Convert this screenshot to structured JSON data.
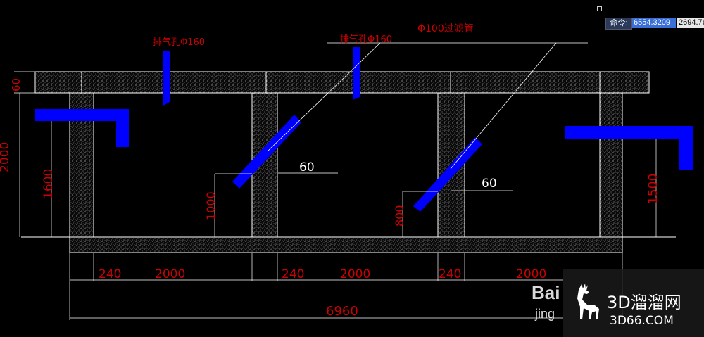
{
  "command_bar": {
    "label": "命令:",
    "x_value": "6554.3209",
    "y_value": "2694.76"
  },
  "labels": {
    "vent_left": "排气孔Φ160",
    "vent_mid": "排气孔Φ160",
    "filter_pipe": "Φ100过滤管",
    "angle_1": "60",
    "angle_2": "60"
  },
  "dimensions": {
    "top_slab": "60",
    "total_height": "2000",
    "inlet_height": "1600",
    "outlet_height": "1500",
    "pipe1_height": "1000",
    "pipe2_height": "800",
    "w1": "240",
    "w2": "2000",
    "w3": "240",
    "w4": "2000",
    "w5": "240",
    "w6": "2000",
    "total_width": "6960"
  },
  "watermark": {
    "left_text": "Bai",
    "left_sub": "jing",
    "brand": "3D溜溜网",
    "site": "3D66.COM"
  },
  "colors": {
    "background": "#000000",
    "dimension": "#cc0000",
    "outline": "#ffffff",
    "pipe": "#0000ff",
    "concrete": "#cfcfcf"
  }
}
